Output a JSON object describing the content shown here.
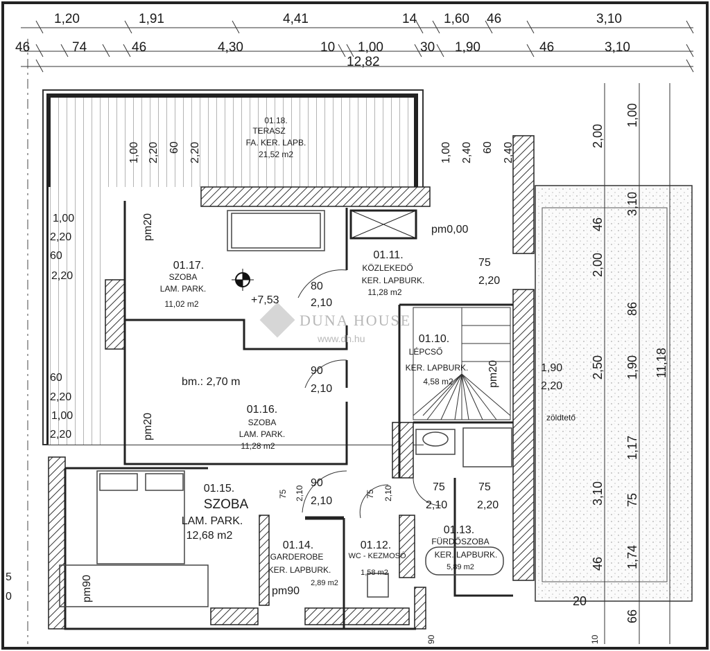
{
  "top_dims_row1": [
    "1,20",
    "1,91",
    "4,41",
    "14",
    "1,60",
    "46",
    "3,10"
  ],
  "top_dims_row2": [
    "46",
    "74",
    "46",
    "4,30",
    "10",
    "1,00",
    "30",
    "1,90",
    "46",
    "3,10"
  ],
  "total_width": "12,82",
  "right_dims_outer": [
    "2,00",
    "3,10",
    "2,00",
    "2,50",
    "3,10",
    "46",
    "20"
  ],
  "right_dims_inner": [
    "1,00",
    "46",
    "86",
    "1,90",
    "1,17",
    "75",
    "1,74",
    "66"
  ],
  "total_height": "11,18",
  "rooms": [
    {
      "code": "01.18.",
      "name": "TERASZ",
      "finish": "FA. KER. LAPB.",
      "area": "21,52 m2"
    },
    {
      "code": "01.17.",
      "name": "SZOBA",
      "finish": "LAM. PARK.",
      "area": "11,02 m2"
    },
    {
      "code": "01.11.",
      "name": "KÖZLEKEDŐ",
      "finish": "KER. LAPBURK.",
      "area": "11,28 m2"
    },
    {
      "code": "01.10.",
      "name": "LÉPCSŐ",
      "finish": "KER. LAPBURK.",
      "area": "4,58 m2"
    },
    {
      "code": "01.16.",
      "name": "SZOBA",
      "finish": "LAM. PARK.",
      "area": "11,28 m2"
    },
    {
      "code": "01.15.",
      "name": "SZOBA",
      "finish": "LAM. PARK.",
      "area": "12,68 m2"
    },
    {
      "code": "01.14.",
      "name": "GARDEROBE",
      "finish": "KER. LAPBURK.",
      "area": "2,89 m2"
    },
    {
      "code": "01.12.",
      "name": "WC - KEZMOSÓ",
      "finish": "",
      "area": "1,58 m2"
    },
    {
      "code": "01.13.",
      "name": "FÜRDŐSZOBA",
      "finish": "KER. LAPBURK.",
      "area": "5,89 m2"
    }
  ],
  "annotations": {
    "pm000": "pm0,00",
    "pm20_a": "pm20",
    "pm20_b": "pm20",
    "pm20_c": "pm20",
    "pm90_a": "pm90",
    "pm90_b": "pm90",
    "level": "+7,53",
    "ceiling": "bm.: 2,70 m",
    "green_roof": "zöldtető"
  },
  "openings": {
    "left_top": [
      "1,00",
      "2,20",
      "60",
      "2,20"
    ],
    "left_bottom": [
      "60",
      "2,20",
      "1,00",
      "2,20"
    ],
    "terrace_left": [
      "1,00",
      "2,20",
      "60",
      "2,20"
    ],
    "terrace_right": [
      "1,00",
      "2,40",
      "60",
      "2,40"
    ],
    "door_1711": [
      "80",
      "2,10"
    ],
    "door_1611": [
      "90",
      "2,10"
    ],
    "door_1511": [
      "90",
      "2,10"
    ],
    "hall_window": [
      "75",
      "2,20"
    ],
    "stair_window": [
      "1,90",
      "2,20"
    ],
    "wc_door": [
      "75",
      "2,10"
    ],
    "bath_door": [
      "75",
      "2,20"
    ],
    "vert_75a": "75",
    "vert_210a": "2,10",
    "vert_75b": "75",
    "vert_210b": "2,10"
  },
  "watermark": {
    "brand": "DUNA HOUSE",
    "url": "www.dh.hu"
  },
  "edge_marks": {
    "left_5": "5",
    "left_0": "0",
    "bottom_90": "90",
    "bottom_10": "10"
  }
}
